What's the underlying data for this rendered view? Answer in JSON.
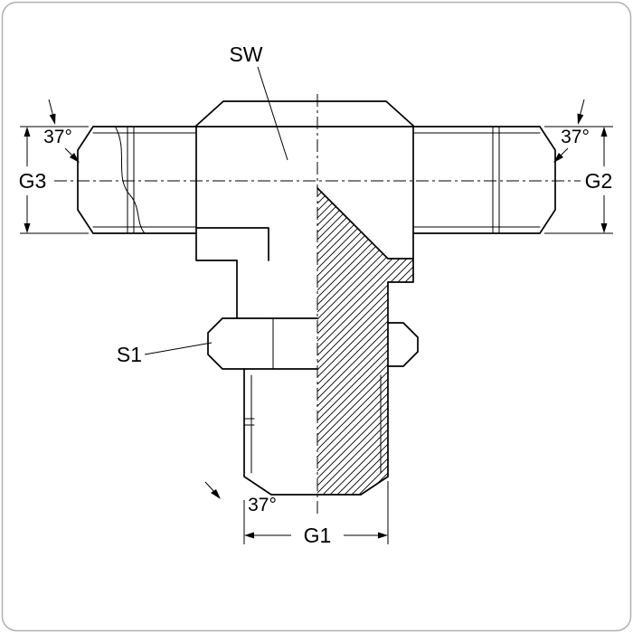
{
  "drawing": {
    "title": "tee-adapter-fitting-technical-drawing",
    "labels": {
      "sw": "SW",
      "s1": "S1",
      "g1": "G1",
      "g2": "G2",
      "g3": "G3",
      "angle_top_left": "37°",
      "angle_top_right": "37°",
      "angle_bottom": "37°"
    },
    "colors": {
      "line": "#000000",
      "background": "#ffffff",
      "border": "#b0b0b0"
    }
  }
}
